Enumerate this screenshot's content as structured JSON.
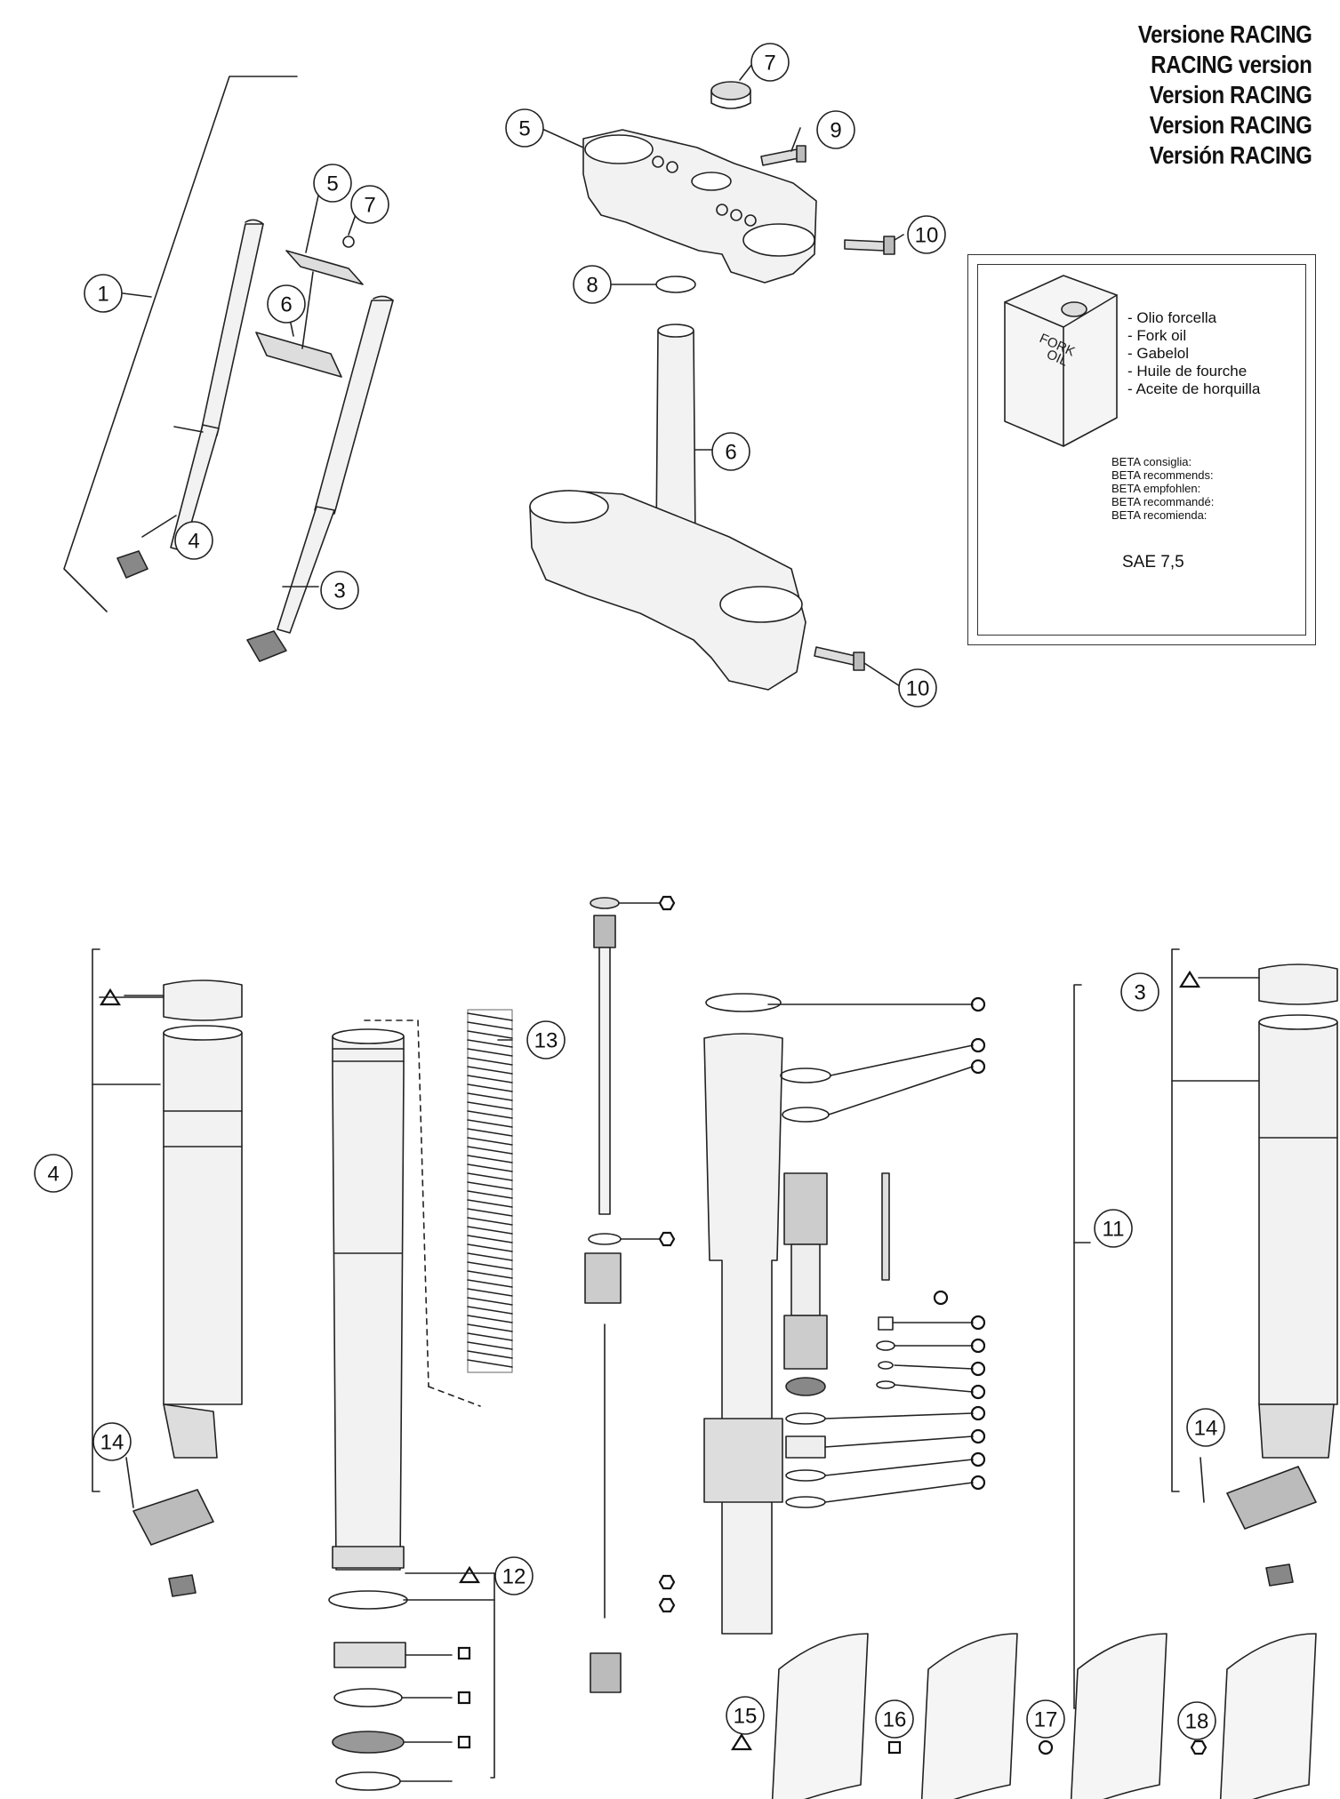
{
  "title_lines": [
    "Versione RACING",
    "RACING version",
    "Version RACING",
    "Version RACING",
    "Versión RACING"
  ],
  "oil_box": {
    "can_label_1": "FORK",
    "can_label_2": "OIL",
    "oil_names": [
      "- Olio forcella",
      "- Fork oil",
      "- Gabelol",
      "- Huile de fourche",
      "- Aceite de horquilla"
    ],
    "recommendations": [
      "BETA consiglia:",
      "BETA recommends:",
      "BETA empfohlen:",
      "BETA recommandé:",
      "BETA recomienda:"
    ],
    "grade": "SAE 7,5"
  },
  "callouts": {
    "c1": "1",
    "c3_top": "3",
    "c4_top": "4",
    "c5_small": "5",
    "c5_large": "5",
    "c6_small": "6",
    "c6_large": "6",
    "c7_small": "7",
    "c7_large": "7",
    "c8": "8",
    "c9": "9",
    "c10_a": "10",
    "c10_b": "10",
    "c4_left": "4",
    "c3_right": "3",
    "c11": "11",
    "c12": "12",
    "c13": "13",
    "c14_left": "14",
    "c14_right": "14",
    "c15": "15",
    "c16": "16",
    "c17": "17",
    "c18": "18"
  },
  "kit_symbols": {
    "k15": "triangle",
    "k16": "square",
    "k17": "circle",
    "k18": "hexagon"
  },
  "colors": {
    "line": "#222222",
    "part_fill": "#f2f2f2",
    "dark": "#555555"
  }
}
